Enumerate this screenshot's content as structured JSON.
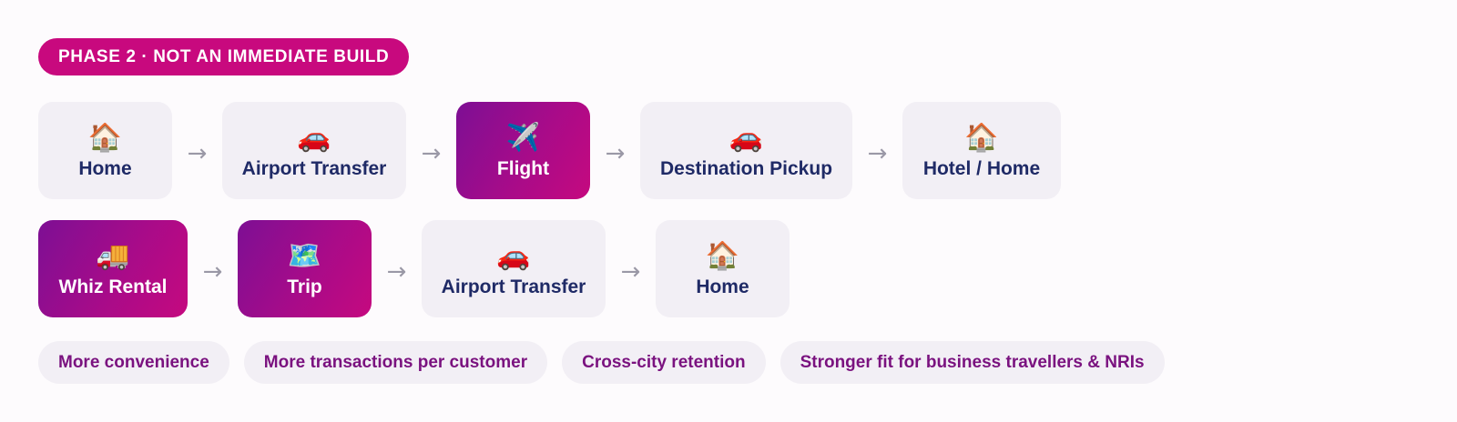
{
  "phase_badge": "PHASE 2 · NOT AN IMMEDIATE BUILD",
  "arrow_glyph": "→",
  "row1": [
    {
      "icon": "🏠",
      "icon_name": "house-icon",
      "label": "Home",
      "highlight": false
    },
    {
      "icon": "🚗",
      "icon_name": "car-icon",
      "label": "Airport Transfer",
      "highlight": false
    },
    {
      "icon": "✈️",
      "icon_name": "airplane-icon",
      "label": "Flight",
      "highlight": true
    },
    {
      "icon": "🚗",
      "icon_name": "car-icon",
      "label": "Destination Pickup",
      "highlight": false
    },
    {
      "icon": "🏠",
      "icon_name": "house-icon",
      "label": "Hotel / Home",
      "highlight": false
    }
  ],
  "row2": [
    {
      "icon": "🚚",
      "icon_name": "truck-icon",
      "label": "Whiz Rental",
      "highlight": true
    },
    {
      "icon": "🗺️",
      "icon_name": "map-icon",
      "label": "Trip",
      "highlight": true
    },
    {
      "icon": "🚗",
      "icon_name": "car-icon",
      "label": "Airport Transfer",
      "highlight": false
    },
    {
      "icon": "🏠",
      "icon_name": "house-icon",
      "label": "Home",
      "highlight": false
    }
  ],
  "benefits": [
    "More convenience",
    "More transactions per customer",
    "Cross-city retention",
    "Stronger fit for business travellers & NRIs"
  ],
  "colors": {
    "badge": "#c8097e",
    "card_bg": "#f2eff5",
    "card_text": "#1f2a66",
    "highlight_from": "#7d0f94",
    "highlight_to": "#c5097f",
    "pill_text": "#7a127f",
    "arrow": "#9a98a6"
  }
}
